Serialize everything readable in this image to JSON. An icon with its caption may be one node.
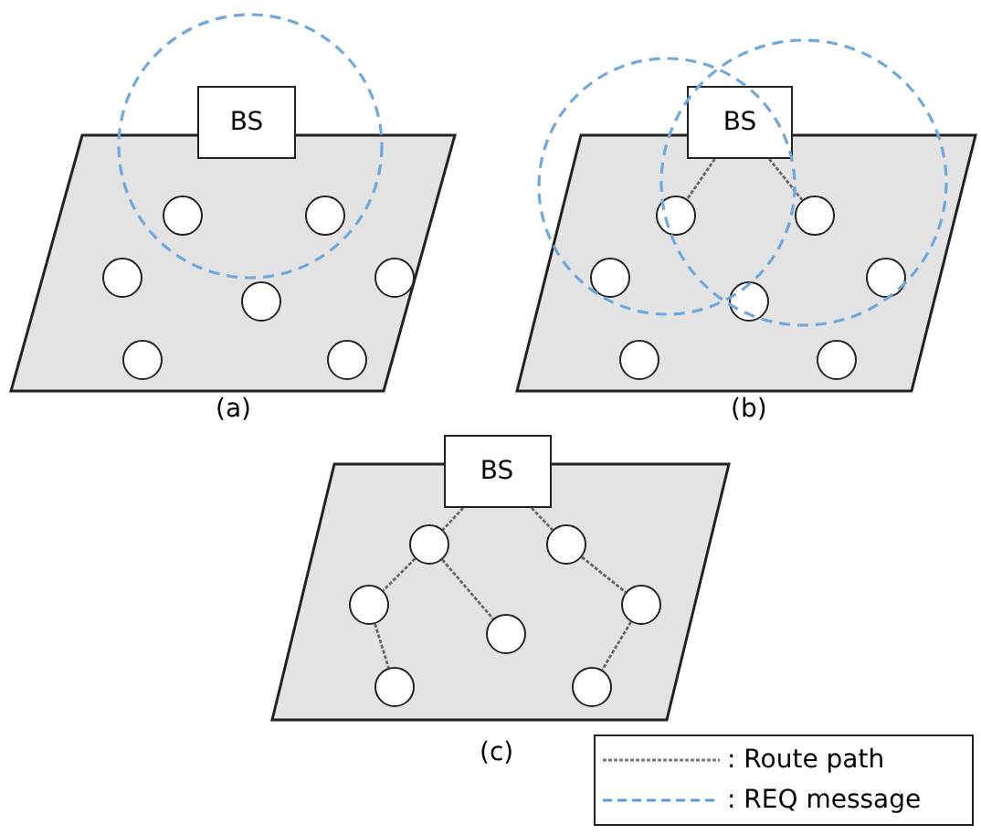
{
  "diagram": {
    "nodes": [
      {
        "text": [],
        "shape": "box",
        "beside": [
          "(a)"
        ]
      },
      {
        "text": [
          "BS"
        ]
      },
      {
        "text": [],
        "shape": "circle",
        "in": 0
      },
      {
        "text": [],
        "shape": "circle",
        "in": 0
      },
      {
        "text": [],
        "shape": "circle",
        "in": 0
      },
      {
        "text": [],
        "shape": "circle",
        "in": 0
      },
      {
        "text": [],
        "shape": "circle",
        "in": 0
      },
      {
        "text": [],
        "shape": "circle",
        "in": 0
      },
      {
        "text": [],
        "shape": "circle",
        "in": 0
      },
      {
        "text": [],
        "shape": "box",
        "beside": [
          "(b)"
        ]
      },
      {
        "text": [
          "BS"
        ]
      },
      {
        "text": [],
        "shape": "circle",
        "in": 9
      },
      {
        "text": [],
        "shape": "circle",
        "in": 9
      },
      {
        "text": [],
        "shape": "circle",
        "in": 9
      },
      {
        "text": [],
        "shape": "circle",
        "in": 9
      },
      {
        "text": [],
        "shape": "circle",
        "in": 9
      },
      {
        "text": [],
        "shape": "circle",
        "in": 9
      },
      {
        "text": [],
        "shape": "circle",
        "in": 9
      },
      {
        "text": [],
        "shape": "box",
        "beside": [
          "(c)"
        ]
      },
      {
        "text": [
          "BS"
        ]
      },
      {
        "text": [],
        "shape": "circle",
        "in": 18
      },
      {
        "text": [],
        "shape": "circle",
        "in": 18
      },
      {
        "text": [],
        "shape": "circle",
        "in": 18
      },
      {
        "text": [],
        "shape": "circle",
        "in": 18
      },
      {
        "text": [],
        "shape": "circle",
        "in": 18
      },
      {
        "text": [],
        "shape": "circle",
        "in": 18
      },
      {
        "text": [],
        "shape": "circle",
        "in": 18
      }
    ],
    "edges": [
      {
        "from": 10,
        "to": 11,
        "arrow": "none",
        "style": "dashed"
      },
      {
        "from": 10,
        "to": 12,
        "arrow": "none",
        "style": "dashed"
      },
      {
        "from": 19,
        "to": 20,
        "arrow": "none",
        "style": "dashed"
      },
      {
        "from": 19,
        "to": 21,
        "arrow": "none",
        "style": "dashed"
      },
      {
        "from": 20,
        "to": 22,
        "arrow": "none",
        "style": "dashed"
      },
      {
        "from": 20,
        "to": 23,
        "arrow": "none",
        "style": "dashed"
      },
      {
        "from": 22,
        "to": 25,
        "arrow": "none",
        "style": "dashed"
      },
      {
        "from": 21,
        "to": 24,
        "arrow": "none",
        "style": "dashed"
      },
      {
        "from": 24,
        "to": 26,
        "arrow": "none",
        "style": "dashed"
      }
    ],
    "legend": [
      {
        "text": ": Route path"
      },
      {
        "text": ": REQ message"
      }
    ]
  }
}
